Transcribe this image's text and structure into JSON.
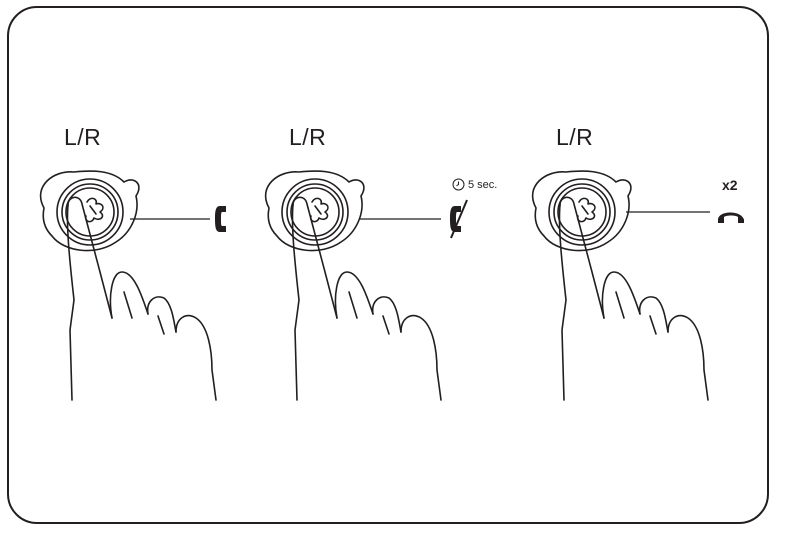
{
  "panels": [
    {
      "side_label": "L/R",
      "call_icon": "phone-handset-icon"
    },
    {
      "side_label": "L/R",
      "call_icon": "phone-declined-icon",
      "duration_icon": "clock-icon",
      "duration_text": "5 sec."
    },
    {
      "side_label": "L/R",
      "call_icon": "phone-hangup-icon",
      "repeat_text": "x2"
    }
  ]
}
